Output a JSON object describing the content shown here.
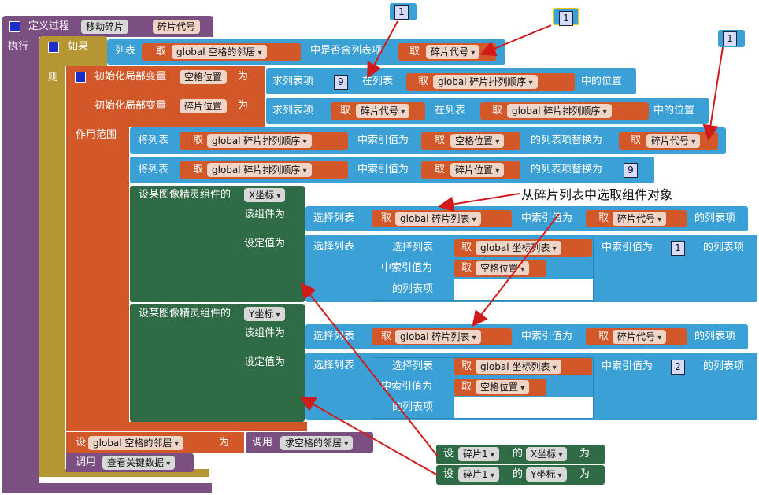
{
  "procedure": {
    "define": "定义过程",
    "name": "移动碎片",
    "param": "碎片代号",
    "do": "执行"
  },
  "if_block": {
    "if": "如果",
    "then": "则",
    "list_label": "列表",
    "get": "取",
    "neighbors_var": "global 空格的邻居",
    "contains": "中是否含列表项",
    "param_ref": "碎片代号"
  },
  "local_init": {
    "label": "初始化局部变量",
    "var1": "空格位置",
    "var2": "碎片位置",
    "to": "为",
    "scope": "作用范围",
    "find_item": "求列表项",
    "in_list": "在列表",
    "position": "中的位置",
    "order_var": "global 碎片排列顺序",
    "num9": "9"
  },
  "replace": {
    "prefix": "将列表",
    "index": "中索引值为",
    "replace_with": "的列表项替换为",
    "order_var": "global 碎片排列顺序",
    "space_pos": "空格位置",
    "piece_code": "碎片代号",
    "num9": "9"
  },
  "set_sprite": {
    "set_label": "设某图像精灵组件的",
    "x_prop": "X坐标",
    "y_prop": "Y坐标",
    "component": "该组件为",
    "value": "设定值为",
    "select_list": "选择列表",
    "piece_list": "global 碎片列表",
    "coord_list": "global 坐标列表",
    "index": "中索引值为",
    "item": "的列表项",
    "space_pos": "空格位置",
    "piece_code": "碎片代号",
    "n1": "1",
    "n2": "2"
  },
  "bottom": {
    "set": "设",
    "neighbors_var": "global 空格的邻居",
    "to": "为",
    "call": "调用",
    "neighbors_proc": "求空格的邻居",
    "check_proc": "查看关键数据"
  },
  "floating": {
    "set": "设",
    "sprite": "碎片1",
    "of": "的",
    "x": "X坐标",
    "y": "Y坐标",
    "to": "为"
  },
  "annotations": {
    "callout": "从碎片列表中选取组件对象",
    "n1a": "1",
    "n1b": "1",
    "n1c": "1"
  },
  "colors": {
    "procedure": "#7b4f82",
    "control": "#b69633",
    "variable": "#d2582a",
    "list": "#3ba0d6",
    "sprite": "#2f6b45",
    "arrow": "#d11a1a"
  }
}
